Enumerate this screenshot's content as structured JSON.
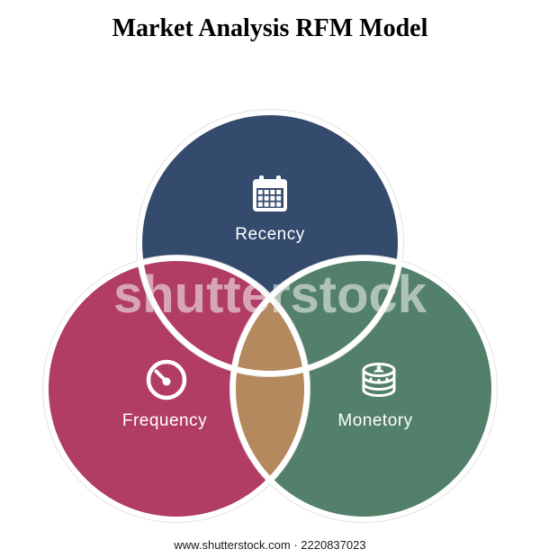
{
  "title": "Market Analysis RFM Model",
  "watermark": "shutterstock",
  "footer": "www.shutterstock.com · 2220837023",
  "colors": {
    "recency": "#354b6e",
    "frequency": "#b13c66",
    "monetory": "#53806a",
    "overlap": "#b5895e",
    "border": "#ffffff",
    "border_shadow": "#e3e3e3"
  },
  "circles": [
    {
      "id": "recency",
      "label": "Recency",
      "icon": "calendar-icon"
    },
    {
      "id": "frequency",
      "label": "Frequency",
      "icon": "gauge-icon"
    },
    {
      "id": "monetory",
      "label": "Monetory",
      "icon": "coins-icon"
    }
  ]
}
